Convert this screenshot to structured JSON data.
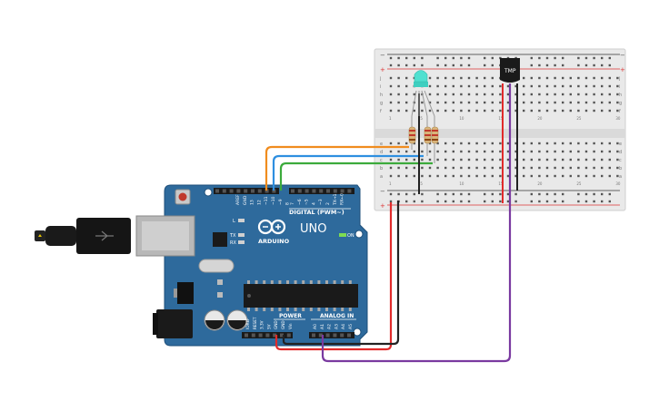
{
  "arduino": {
    "pin_labels": {
      "aref": "AREF",
      "gnd": "GND",
      "d13": "13",
      "d12": "12",
      "d11": "~11",
      "d10": "~10",
      "d9": "~9",
      "d8": "8",
      "d7": "7",
      "d6": "~6",
      "d5": "~5",
      "d4": "4",
      "d3": "~3",
      "d2": "2",
      "tx1": "TX→1",
      "rx0": "RX←0"
    },
    "digital_label": "DIGITAL (PWM~)",
    "uno_label": "UNO",
    "brand_label": "ARDUINO",
    "led_l": "L",
    "led_tx": "TX",
    "led_rx": "RX",
    "on_label": "ON",
    "power_header": "POWER",
    "analog_header": "ANALOG IN",
    "power_pins": {
      "ioref": "IOREF",
      "reset": "RESET",
      "v33": "3.3V",
      "v5": "5V",
      "gnd1": "GND",
      "gnd2": "GND",
      "vin": "Vin"
    },
    "analog_pins": {
      "a0": "A0",
      "a1": "A1",
      "a2": "A2",
      "a3": "A3",
      "a4": "A4",
      "a5": "A5"
    }
  },
  "breadboard": {
    "row_letters_top": [
      "j",
      "i",
      "h",
      "g",
      "f"
    ],
    "row_letters_bottom": [
      "e",
      "d",
      "c",
      "b",
      "a"
    ],
    "columns": 30,
    "rail_minus": "−",
    "rail_plus": "+"
  },
  "sensor": {
    "label": "TMP"
  },
  "colors": {
    "board_blue": "#2e6a9c",
    "board_dark": "#1e4f7a",
    "breadboard": "#e8e8e8",
    "rail_red": "#d33",
    "rail_black": "#333",
    "wire_orange": "#f08c1e",
    "wire_blue": "#2e8fe0",
    "wire_green": "#3cab3c",
    "wire_red": "#e12b2b",
    "wire_black": "#222222",
    "wire_purple": "#7a3aa0",
    "led_cyan": "#4fe0d0"
  }
}
